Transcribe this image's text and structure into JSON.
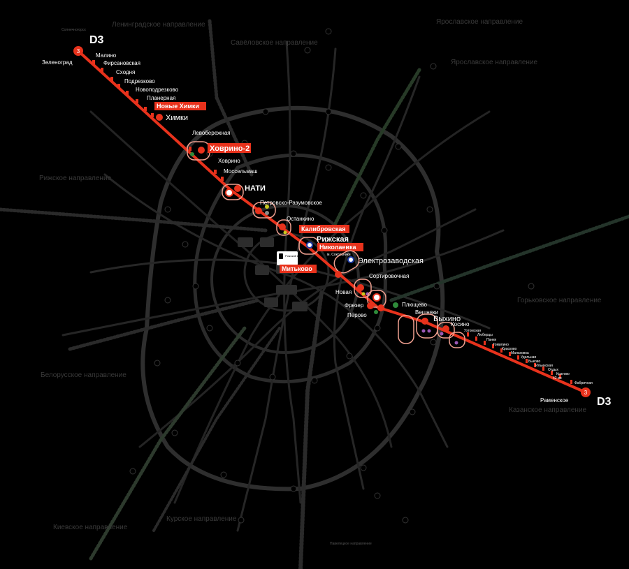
{
  "line": {
    "name": "D3",
    "badge": "3",
    "color": "#e8321c",
    "start": "Зеленоград",
    "end": "Раменское",
    "top_note": "Солнечногорск"
  },
  "directions": {
    "leningrad": "Ленинградское направление",
    "savelovo": "Савёловское направление",
    "yaroslavl_top": "Ярославское направление",
    "yaroslavl": "Ярославское направление",
    "riga": "Рижское направление",
    "gorky": "Горьковское направление",
    "belarus": "Белорусское направление",
    "kazan": "Казанское направление",
    "kiev": "Киевское направление",
    "kursk": "Курское направление",
    "paveletsk": "Павелецкое направление"
  },
  "stations_nw": {
    "malino": "Малино",
    "firsanovskaya": "Фирсановская",
    "skhodnya": "Сходня",
    "podrezkovo": "Подрезково",
    "novopodrezkovo": "Новоподрезково",
    "planernaya": "Планерная",
    "novye_khimki": "Новые Химки",
    "khimki": "Химки",
    "levoberezhnaya": "Левобережная",
    "khovrino2": "Ховрино-2",
    "khovrino": "Ховрино",
    "mosselmash": "Моссельмаш",
    "nati": "НАТИ",
    "petrovsko": "Петровско-Разумовское",
    "ostankino": "Останкино",
    "kalibrovskaya": "Калибровская",
    "rizhskaya": "Рижская",
    "nikolaevka": "Николаевка",
    "sokolniki": "м. Сокольники",
    "rizhsky_vokzal": "Рижский вокзал",
    "mitkovo": "Митьково",
    "elektrozavodskaya": "Электрозаводская"
  },
  "stations_center": {
    "sortirovochnaya": "Сортировочная",
    "novaya": "Новая",
    "frezer": "Фрезер",
    "perovo": "Перово",
    "plyushchevo": "Плющево",
    "veshnyaki": "Вешняки",
    "vykhino": "Выхино",
    "kosino": "Косино"
  },
  "stations_se": {
    "ukhtomskaya": "Ухтомская",
    "lyubertsy": "Люберцы",
    "panki": "Панки",
    "tomilino": "Томилино",
    "kraskovo": "Красково",
    "malakhovka": "Малаховка",
    "udelnaya": "Удельная",
    "bykovo": "Быково",
    "ilinskaya": "Ильинская",
    "otdykh": "Отдых",
    "km42": "42 км",
    "kratovo": "Кратово",
    "fabrichnaya": "Фабричная"
  },
  "colors": {
    "background": "#000000",
    "metro_dim": "#2a2a2a",
    "rail_dim": "#262626",
    "accent": "#e8321c"
  }
}
